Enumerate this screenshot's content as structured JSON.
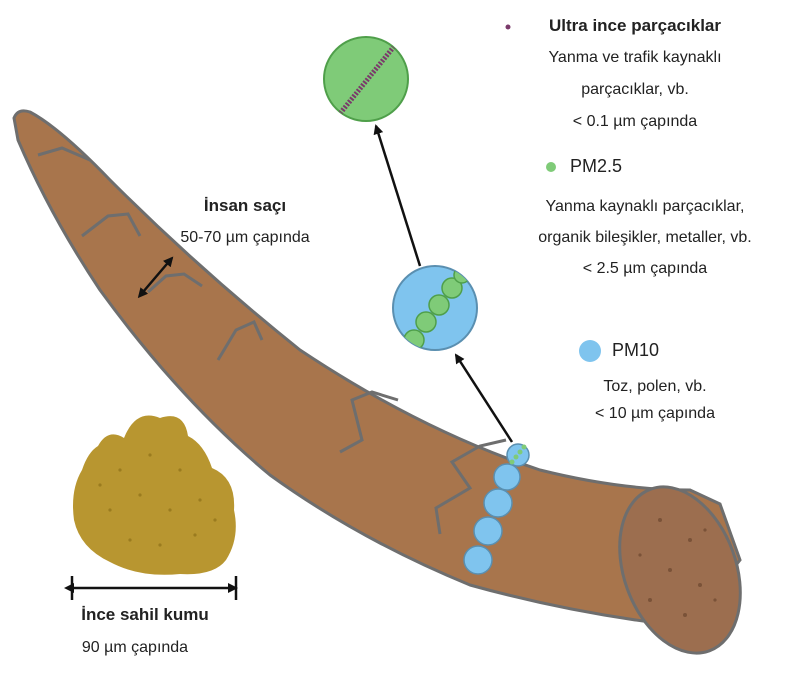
{
  "colors": {
    "hair_fill": "#A8754C",
    "hair_stroke": "#6E6E6E",
    "hair_end": "#9C6E4F",
    "pm10_fill": "#7FC4EE",
    "pm25_fill": "#7FCB78",
    "ultrafine_fill": "#7A3A6A",
    "sand_fill": "#B89630",
    "arrow": "#111111"
  },
  "icons": {
    "ultrafine_dot": "small-purple-dot",
    "pm25_dot": "green-dot",
    "pm10_dot": "blue-dot"
  },
  "legend": {
    "ultrafine": {
      "title": "Ultra ince parçacıklar",
      "line1": "Yanma ve trafik kaynaklı",
      "line2": "parçacıklar, vb.",
      "line3": "< 0.1 µm çapında"
    },
    "pm25": {
      "title": "PM2.5",
      "line1": "Yanma kaynaklı parçacıklar,",
      "line2": "organik bileşikler, metaller, vb.",
      "line3": "< 2.5 µm çapında"
    },
    "pm10": {
      "title": "PM10",
      "line1": "Toz, polen, vb.",
      "line2": "< 10 µm çapında"
    }
  },
  "hair": {
    "title": "İnsan saçı",
    "size": "50-70 µm çapında"
  },
  "sand": {
    "title": "İnce sahil kumu",
    "size": "90 µm çapında"
  }
}
